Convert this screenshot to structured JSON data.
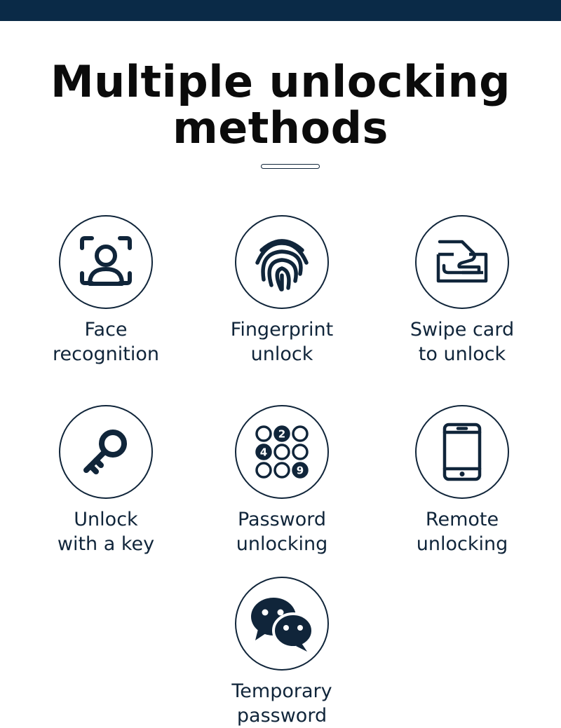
{
  "header": {
    "title_line1": "Multiple unlocking",
    "title_line2": "methods"
  },
  "features": [
    {
      "icon": "face-scan-icon",
      "label_line1": "Face",
      "label_line2": "recognition"
    },
    {
      "icon": "fingerprint-icon",
      "label_line1": "Fingerprint",
      "label_line2": "unlock"
    },
    {
      "icon": "card-swipe-icon",
      "label_line1": "Swipe card",
      "label_line2": "to unlock"
    },
    {
      "icon": "key-icon",
      "label_line1": "Unlock",
      "label_line2": "with a key"
    },
    {
      "icon": "keypad-icon",
      "label_line1": "Password",
      "label_line2": "unlocking",
      "keypad_digits": [
        "2",
        "4",
        "9"
      ]
    },
    {
      "icon": "smartphone-icon",
      "label_line1": "Remote",
      "label_line2": "unlocking"
    },
    {
      "icon": "chat-bubbles-icon",
      "label_line1": "Temporary",
      "label_line2": "password"
    }
  ],
  "colors": {
    "navy": "#0a2a47",
    "icon_stroke": "#10253a",
    "title": "#0b0b0b",
    "background": "#ffffff"
  }
}
